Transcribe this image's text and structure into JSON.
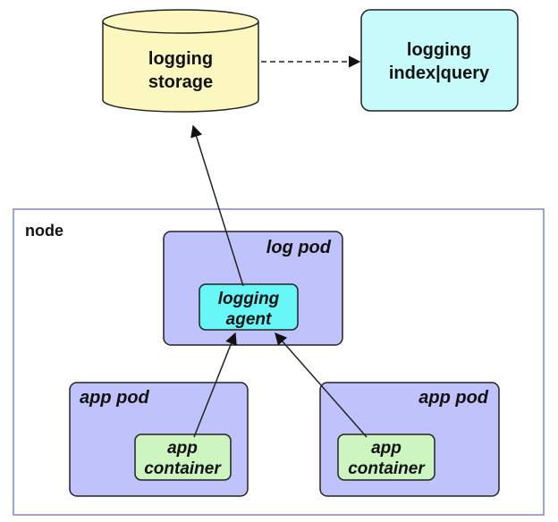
{
  "storage": {
    "line1": "logging",
    "line2": "storage"
  },
  "index_query": {
    "line1": "logging",
    "line2": "index|query"
  },
  "node": {
    "label": "node"
  },
  "log_pod": {
    "label": "log pod"
  },
  "logging_agent": {
    "line1": "logging",
    "line2": "agent"
  },
  "app_pod_left": {
    "label": "app pod"
  },
  "app_pod_right": {
    "label": "app pod"
  },
  "app_container_left": {
    "line1": "app",
    "line2": "container"
  },
  "app_container_right": {
    "line1": "app",
    "line2": "container"
  },
  "colors": {
    "storage_fill": "#fbf7bf",
    "index_fill": "#c7fafa",
    "node_stroke": "#7b86c4",
    "pod_fill": "#c0c2fb",
    "agent_fill": "#67f7f7",
    "container_fill": "#cdf5c0",
    "stroke": "#222222"
  }
}
